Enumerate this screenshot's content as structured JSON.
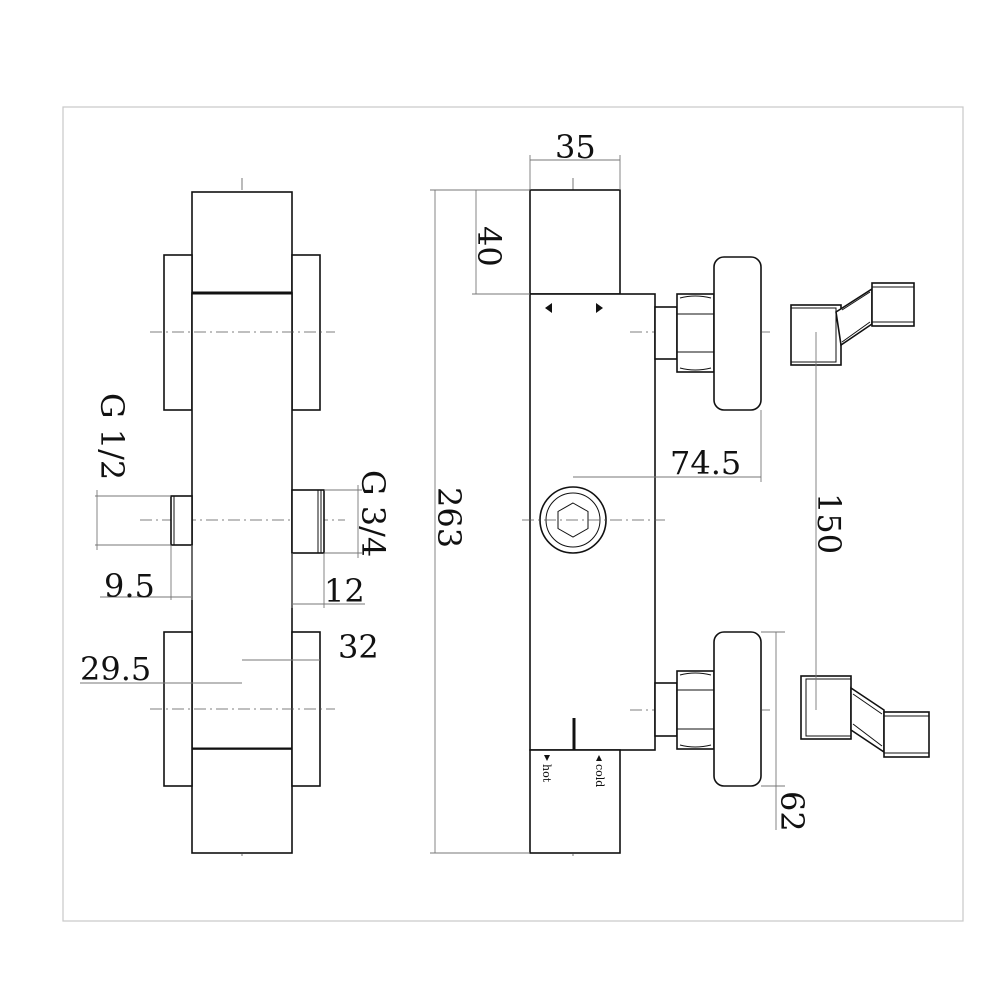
{
  "dimensions": {
    "thread_inlet": "G 1/2",
    "thread_outlet": "G 3/4",
    "d_9_5": "9.5",
    "d_12": "12",
    "d_29_5": "29.5",
    "d_32": "32",
    "d_35": "35",
    "d_40": "40",
    "d_263": "263",
    "d_74_5": "74.5",
    "d_150": "150",
    "d_62": "62"
  },
  "labels": {
    "hot": "hot",
    "cold": "cold"
  }
}
